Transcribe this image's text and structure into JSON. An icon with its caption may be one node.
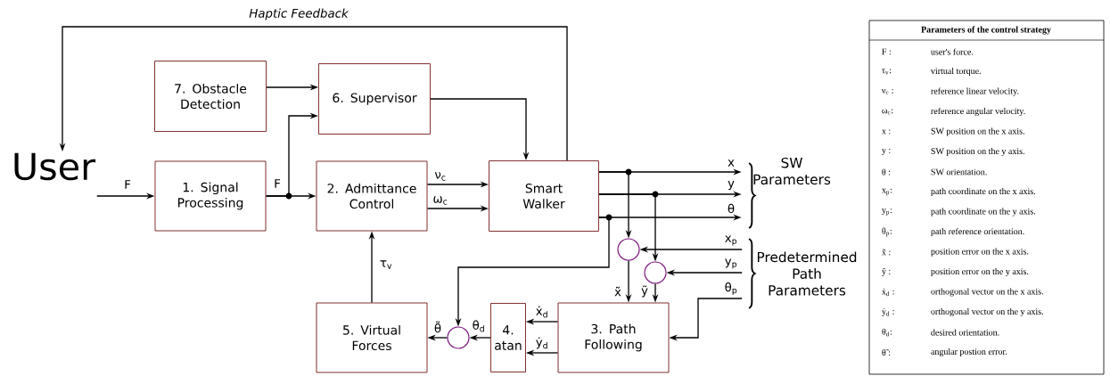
{
  "diagram": {
    "nodes": [
      {
        "text": [
          "User"
        ]
      },
      {
        "text": [
          "7. Obstacle Detection"
        ]
      },
      {
        "text": [
          "6. Supervisor"
        ]
      },
      {
        "text": [
          "1. Signal Processing"
        ]
      },
      {
        "text": [
          "2. Admittance Control"
        ]
      },
      {
        "text": [
          "Smart Walker"
        ]
      },
      {
        "text": [],
        "shape": "circle"
      },
      {
        "text": [],
        "shape": "circle"
      },
      {
        "text": [
          "3. Path Following"
        ]
      },
      {
        "text": [
          "4. atan"
        ]
      },
      {
        "text": [],
        "shape": "circle"
      },
      {
        "text": [
          "5. Virtual Forces"
        ]
      },
      {
        "text": [
          "SW Parameters"
        ]
      },
      {
        "text": [
          "Predetermined Path Parameters"
        ]
      }
    ],
    "edges": [
      {
        "from": 0,
        "to": 3,
        "arrow": "to",
        "label": "F"
      },
      {
        "from": 3,
        "to": 4,
        "arrow": "to",
        "label": "F"
      },
      {
        "from": 3,
        "to": 2,
        "arrow": "to"
      },
      {
        "from": 1,
        "to": 2,
        "arrow": "to"
      },
      {
        "from": 2,
        "to": 5,
        "arrow": "to"
      },
      {
        "from": 4,
        "to": 5,
        "arrow": "to",
        "label": "ν$_{c}$"
      },
      {
        "from": 4,
        "to": 5,
        "arrow": "to",
        "label": "ω$_{c}$"
      },
      {
        "from": 5,
        "to": 0,
        "arrow": "to",
        "label": "Haptic Feedback"
      },
      {
        "from": 5,
        "to": 12,
        "arrow": "to",
        "label": "x"
      },
      {
        "from": 5,
        "to": 12,
        "arrow": "to",
        "label": "y"
      },
      {
        "from": 5,
        "to": 12,
        "arrow": "to",
        "label": "θ"
      },
      {
        "from": 5,
        "to": 6,
        "arrow": "to"
      },
      {
        "from": 5,
        "to": 7,
        "arrow": "to"
      },
      {
        "from": 5,
        "to": 10,
        "arrow": "to"
      },
      {
        "from": 13,
        "to": 6,
        "arrow": "to",
        "label": "x$_{p}$"
      },
      {
        "from": 13,
        "to": 7,
        "arrow": "to",
        "label": "y$_{p}$"
      },
      {
        "from": 13,
        "to": 8,
        "arrow": "to",
        "label": "θ$_{p}$"
      },
      {
        "from": 6,
        "to": 8,
        "arrow": "to",
        "label": "x̃"
      },
      {
        "from": 7,
        "to": 8,
        "arrow": "to",
        "label": "ỹ"
      },
      {
        "from": 8,
        "to": 9,
        "arrow": "to",
        "label": "ẋ$_{d}$"
      },
      {
        "from": 8,
        "to": 9,
        "arrow": "to",
        "label": "ẏ$_{d}$"
      },
      {
        "from": 9,
        "to": 10,
        "arrow": "to",
        "label": "θ$_{d}$"
      },
      {
        "from": 10,
        "to": 11,
        "arrow": "to",
        "label": "θ̃"
      },
      {
        "from": 11,
        "to": 4,
        "arrow": "to",
        "label": "τ$_{v}$"
      }
    ],
    "labels": [
      "Parameters of the control strategy",
      "F :",
      "user's force.",
      "τ$_{v}$:",
      "virtual torque.",
      "ν$_{c}$ :",
      "reference linear velocity.",
      "ω$_{c}$:",
      "reference angular velocity.",
      "x :",
      "SW position on the x axis.",
      "y :",
      "SW position on the y axis.",
      "θ :",
      "SW orientation.",
      "x$_{p}$:",
      "path coordinate on the x axis.",
      "y$_{p}$:",
      "path coordinate on the y axis.",
      "θ$_{p}$:",
      "path reference orientation.",
      "x̃ :",
      "position error on the x axis.",
      "ỹ :",
      "position error on the y axis.",
      "ẋ$_{d}$ :",
      "orthogonal vector on the x axis.",
      "ẏ$_{d}$ :",
      "orthogonal vector on the y axis.",
      "θ$_{d}$:",
      "desired orientation.",
      "θ̃ :",
      "angular postion error."
    ]
  }
}
